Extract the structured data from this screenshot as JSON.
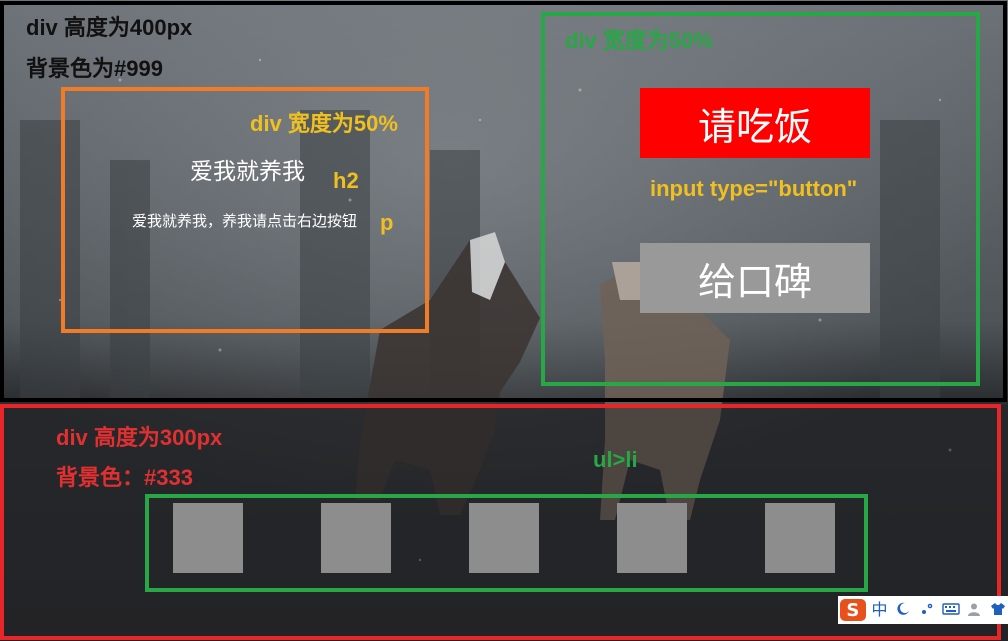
{
  "annotations": {
    "outer_height": "div 高度为400px",
    "outer_bg": "背景色为#999",
    "left_width": "div 宽度为50%",
    "h2_tag": "h2",
    "p_tag": "p",
    "right_width": "div 宽度为50%",
    "input_type": "input type=\"button\"",
    "bottom_height": "div 高度为300px",
    "bottom_bg": "背景色：#333",
    "ul_li": "ul>li"
  },
  "left_panel": {
    "heading": "爱我就养我",
    "paragraph": "爱我就养我，养我请点击右边按钮"
  },
  "right_panel": {
    "button_primary": "请吃饭",
    "button_secondary": "给口碑"
  },
  "list": {
    "item_count": 5
  },
  "ime_toolbar": {
    "logo": "S",
    "mode": "中",
    "icons": [
      "moon-icon",
      "punctuation-icon",
      "keyboard-icon",
      "user-icon",
      "shirt-icon"
    ]
  },
  "colors": {
    "outer_frame": "#000000",
    "left_frame": "#f07c28",
    "right_frame": "#27a745",
    "bottom_frame": "#e8262a",
    "list_frame": "#27a745",
    "button_primary_bg": "#ff0000",
    "button_secondary_bg": "#999999",
    "list_item_bg": "#8d8d8d"
  }
}
